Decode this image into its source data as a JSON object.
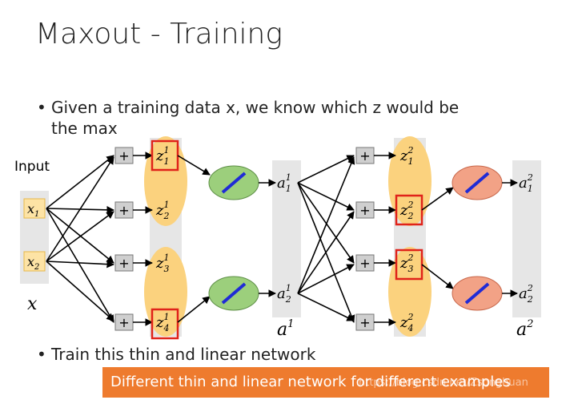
{
  "title": "Maxout - Training",
  "bullets": {
    "first_line1": "Given a training data x, we know which z would be",
    "first_line2": "the max",
    "second": "Train this thin and linear network"
  },
  "banner": "Different thin and linear network for different examples",
  "watermark": "https://blog.csdn.net/Zsonghuan",
  "diagram": {
    "input_label": "Input",
    "x_label": "x",
    "layer1_label": "a",
    "layer1_sup": "1",
    "layer2_label": "a",
    "layer2_sup": "2",
    "plus": "+",
    "inputs": [
      {
        "base": "x",
        "sub": "1"
      },
      {
        "base": "x",
        "sub": "2"
      }
    ],
    "z_layer1": [
      {
        "sub": "1",
        "sup": "1"
      },
      {
        "sub": "2",
        "sup": "1"
      },
      {
        "sub": "3",
        "sup": "1"
      },
      {
        "sub": "4",
        "sup": "1"
      }
    ],
    "a_layer1": [
      {
        "sub": "1",
        "sup": "1"
      },
      {
        "sub": "2",
        "sup": "1"
      }
    ],
    "z_layer2": [
      {
        "sub": "1",
        "sup": "2"
      },
      {
        "sub": "2",
        "sup": "2"
      },
      {
        "sub": "3",
        "sup": "2"
      },
      {
        "sub": "4",
        "sup": "2"
      }
    ],
    "a_layer2": [
      {
        "sub": "1",
        "sup": "2"
      },
      {
        "sub": "2",
        "sup": "2"
      }
    ],
    "colors": {
      "ellipse": "#fbd27e",
      "green_node": "#9ccf7c",
      "red_node": "#f2a286",
      "highlight": "#e0231a",
      "column": "#e6e6e6",
      "input_box": "#fde3a5",
      "blue_line": "#1f2bd6",
      "banner": "#ee7b2e"
    }
  }
}
